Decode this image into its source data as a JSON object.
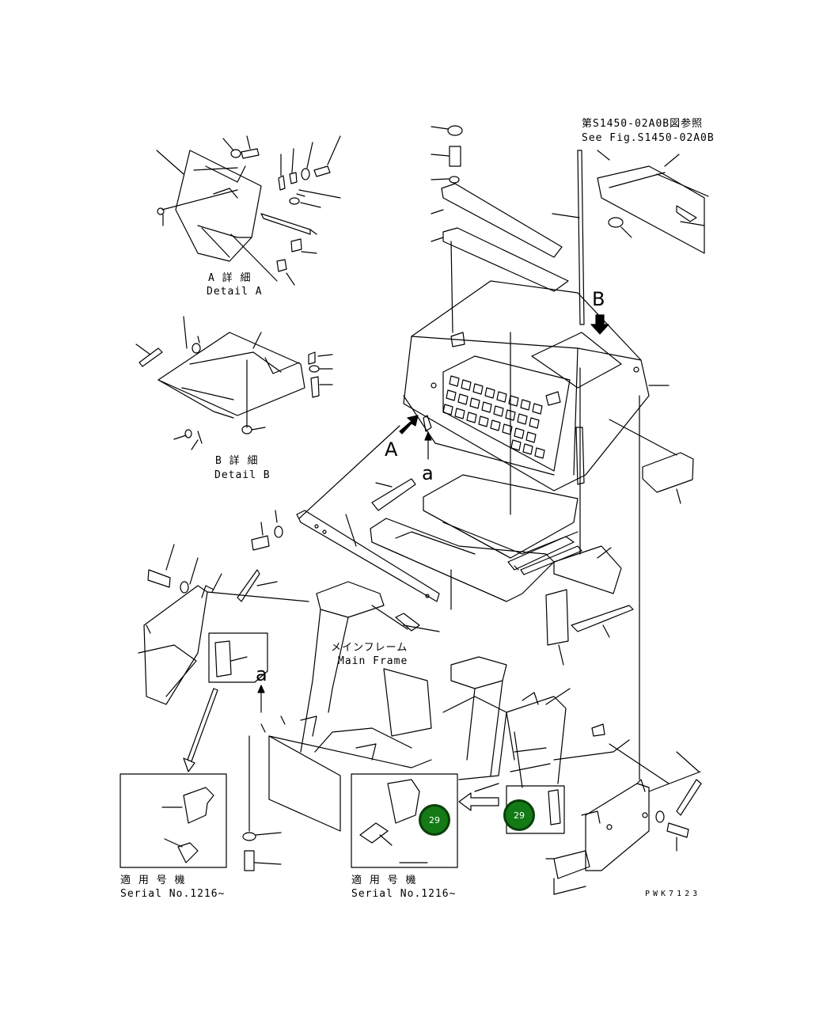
{
  "labels": {
    "see_fig_jp": "第S1450-02A0B図参照",
    "see_fig_en": "See Fig.S1450-02A0B",
    "detail_a_jp": "A 詳 細",
    "detail_a_en": "Detail A",
    "detail_b_jp": "B 詳 細",
    "detail_b_en": "Detail B",
    "view_a": "A",
    "view_b": "B",
    "arrow_a1": "a",
    "arrow_a2": "a",
    "main_frame_jp": "メインフレーム",
    "main_frame_en": "Main Frame",
    "serial_jp_1": "適 用 号 機",
    "serial_en_1": "Serial No.1216~",
    "serial_jp_2": "適 用 号 機",
    "serial_en_2": "Serial No.1216~",
    "drawing_code": "PWK7123"
  },
  "callouts": [
    {
      "number": "29",
      "color": "#137a16"
    },
    {
      "number": "29",
      "color": "#137a16"
    }
  ]
}
